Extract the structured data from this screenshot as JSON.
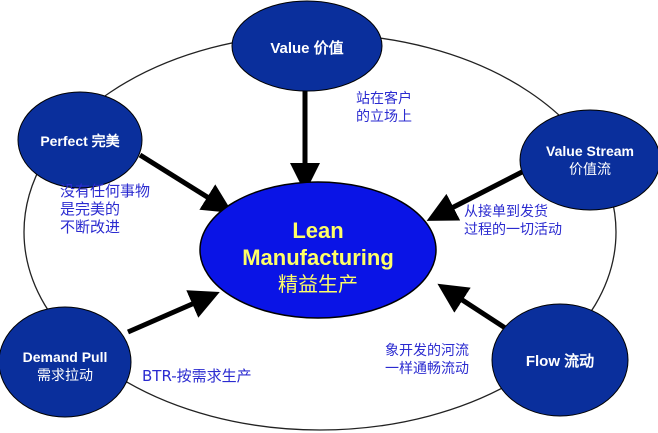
{
  "colors": {
    "node_fill": "#0a2f9c",
    "center_fill": "#0a14e6",
    "node_text": "#ffffff",
    "center_text": "#ffff66",
    "note_text": "#2b2bd0",
    "arrow": "#000000",
    "ring": "#222222"
  },
  "center": {
    "title_line1": "Lean",
    "title_line2": "Manufacturing",
    "subtitle": "精益生产"
  },
  "nodes": {
    "value": {
      "label": "Value 价值"
    },
    "perfect": {
      "label": "Perfect  完美"
    },
    "value_stream": {
      "label_en": "Value Stream",
      "label_cn": "价值流"
    },
    "demand_pull": {
      "label_en": "Demand Pull",
      "label_cn": "需求拉动"
    },
    "flow": {
      "label": "Flow  流动"
    }
  },
  "notes": {
    "value": [
      "站在客户",
      "的立场上"
    ],
    "perfect": [
      "没有任何事物",
      "是完美的",
      "不断改进"
    ],
    "value_stream": [
      "从接单到发货",
      "过程的一切活动"
    ],
    "demand_pull": [
      "BTR-按需求生产"
    ],
    "flow": [
      "象开发的河流",
      "一样通畅流动"
    ]
  }
}
